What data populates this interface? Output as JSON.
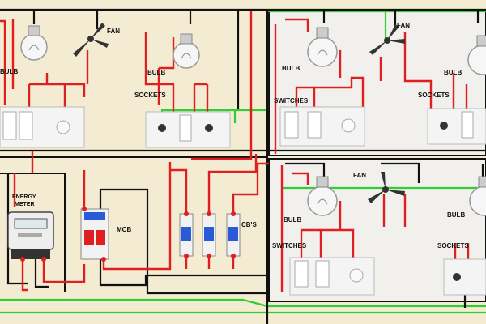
{
  "labels": {
    "fan": "FAN",
    "bulb": "BULB",
    "sockets": "SOCKETS",
    "switches": "SWITCHES",
    "energy_meter_line1": "ENERGY",
    "energy_meter_line2": "METER",
    "mcb": "MCB",
    "cbs": "CB'S"
  },
  "colors": {
    "background": "#f3ecd3",
    "room_fill": "#f1f0ec",
    "live_wire": "#e02020",
    "neutral_wire": "#111111",
    "earth_wire": "#33cc33",
    "board": "#f4f4f4",
    "breaker_blue": "#2a5bd7"
  }
}
